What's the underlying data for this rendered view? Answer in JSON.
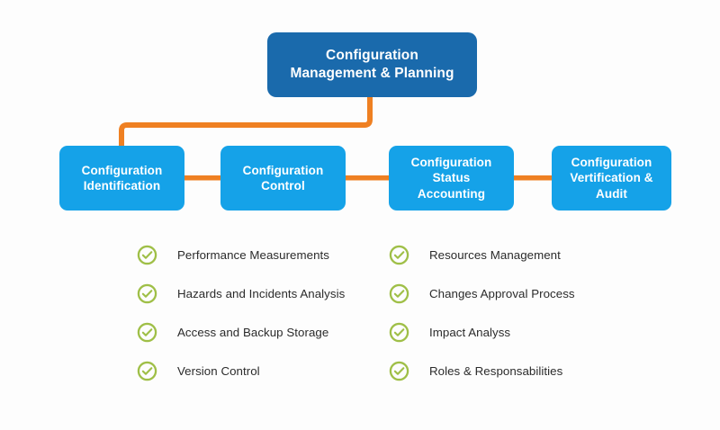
{
  "diagram": {
    "title_node": {
      "label": "Configuration\nManagement & Planning"
    },
    "process_nodes": [
      {
        "label": "Configuration\nIdentification"
      },
      {
        "label": "Configuration\nControl"
      },
      {
        "label": "Configuration\nStatus\nAccounting"
      },
      {
        "label": "Configuration\nVertification &\nAudit"
      }
    ],
    "checklist_left": [
      {
        "label": "Performance Measurements"
      },
      {
        "label": "Hazards and Incidents Analysis"
      },
      {
        "label": "Access and Backup Storage"
      },
      {
        "label": "Version Control"
      }
    ],
    "checklist_right": [
      {
        "label": "Resources Management"
      },
      {
        "label": "Changes Approval Process"
      },
      {
        "label": "Impact Analyss"
      },
      {
        "label": "Roles & Responsabilities"
      }
    ],
    "colors": {
      "root_blue": "#1a6aac",
      "node_blue": "#15a2e8",
      "connector_orange": "#ef8022",
      "check_green": "#9fbf47",
      "text_dark": "#2b2b2b",
      "background": "#fdfdfd"
    }
  }
}
